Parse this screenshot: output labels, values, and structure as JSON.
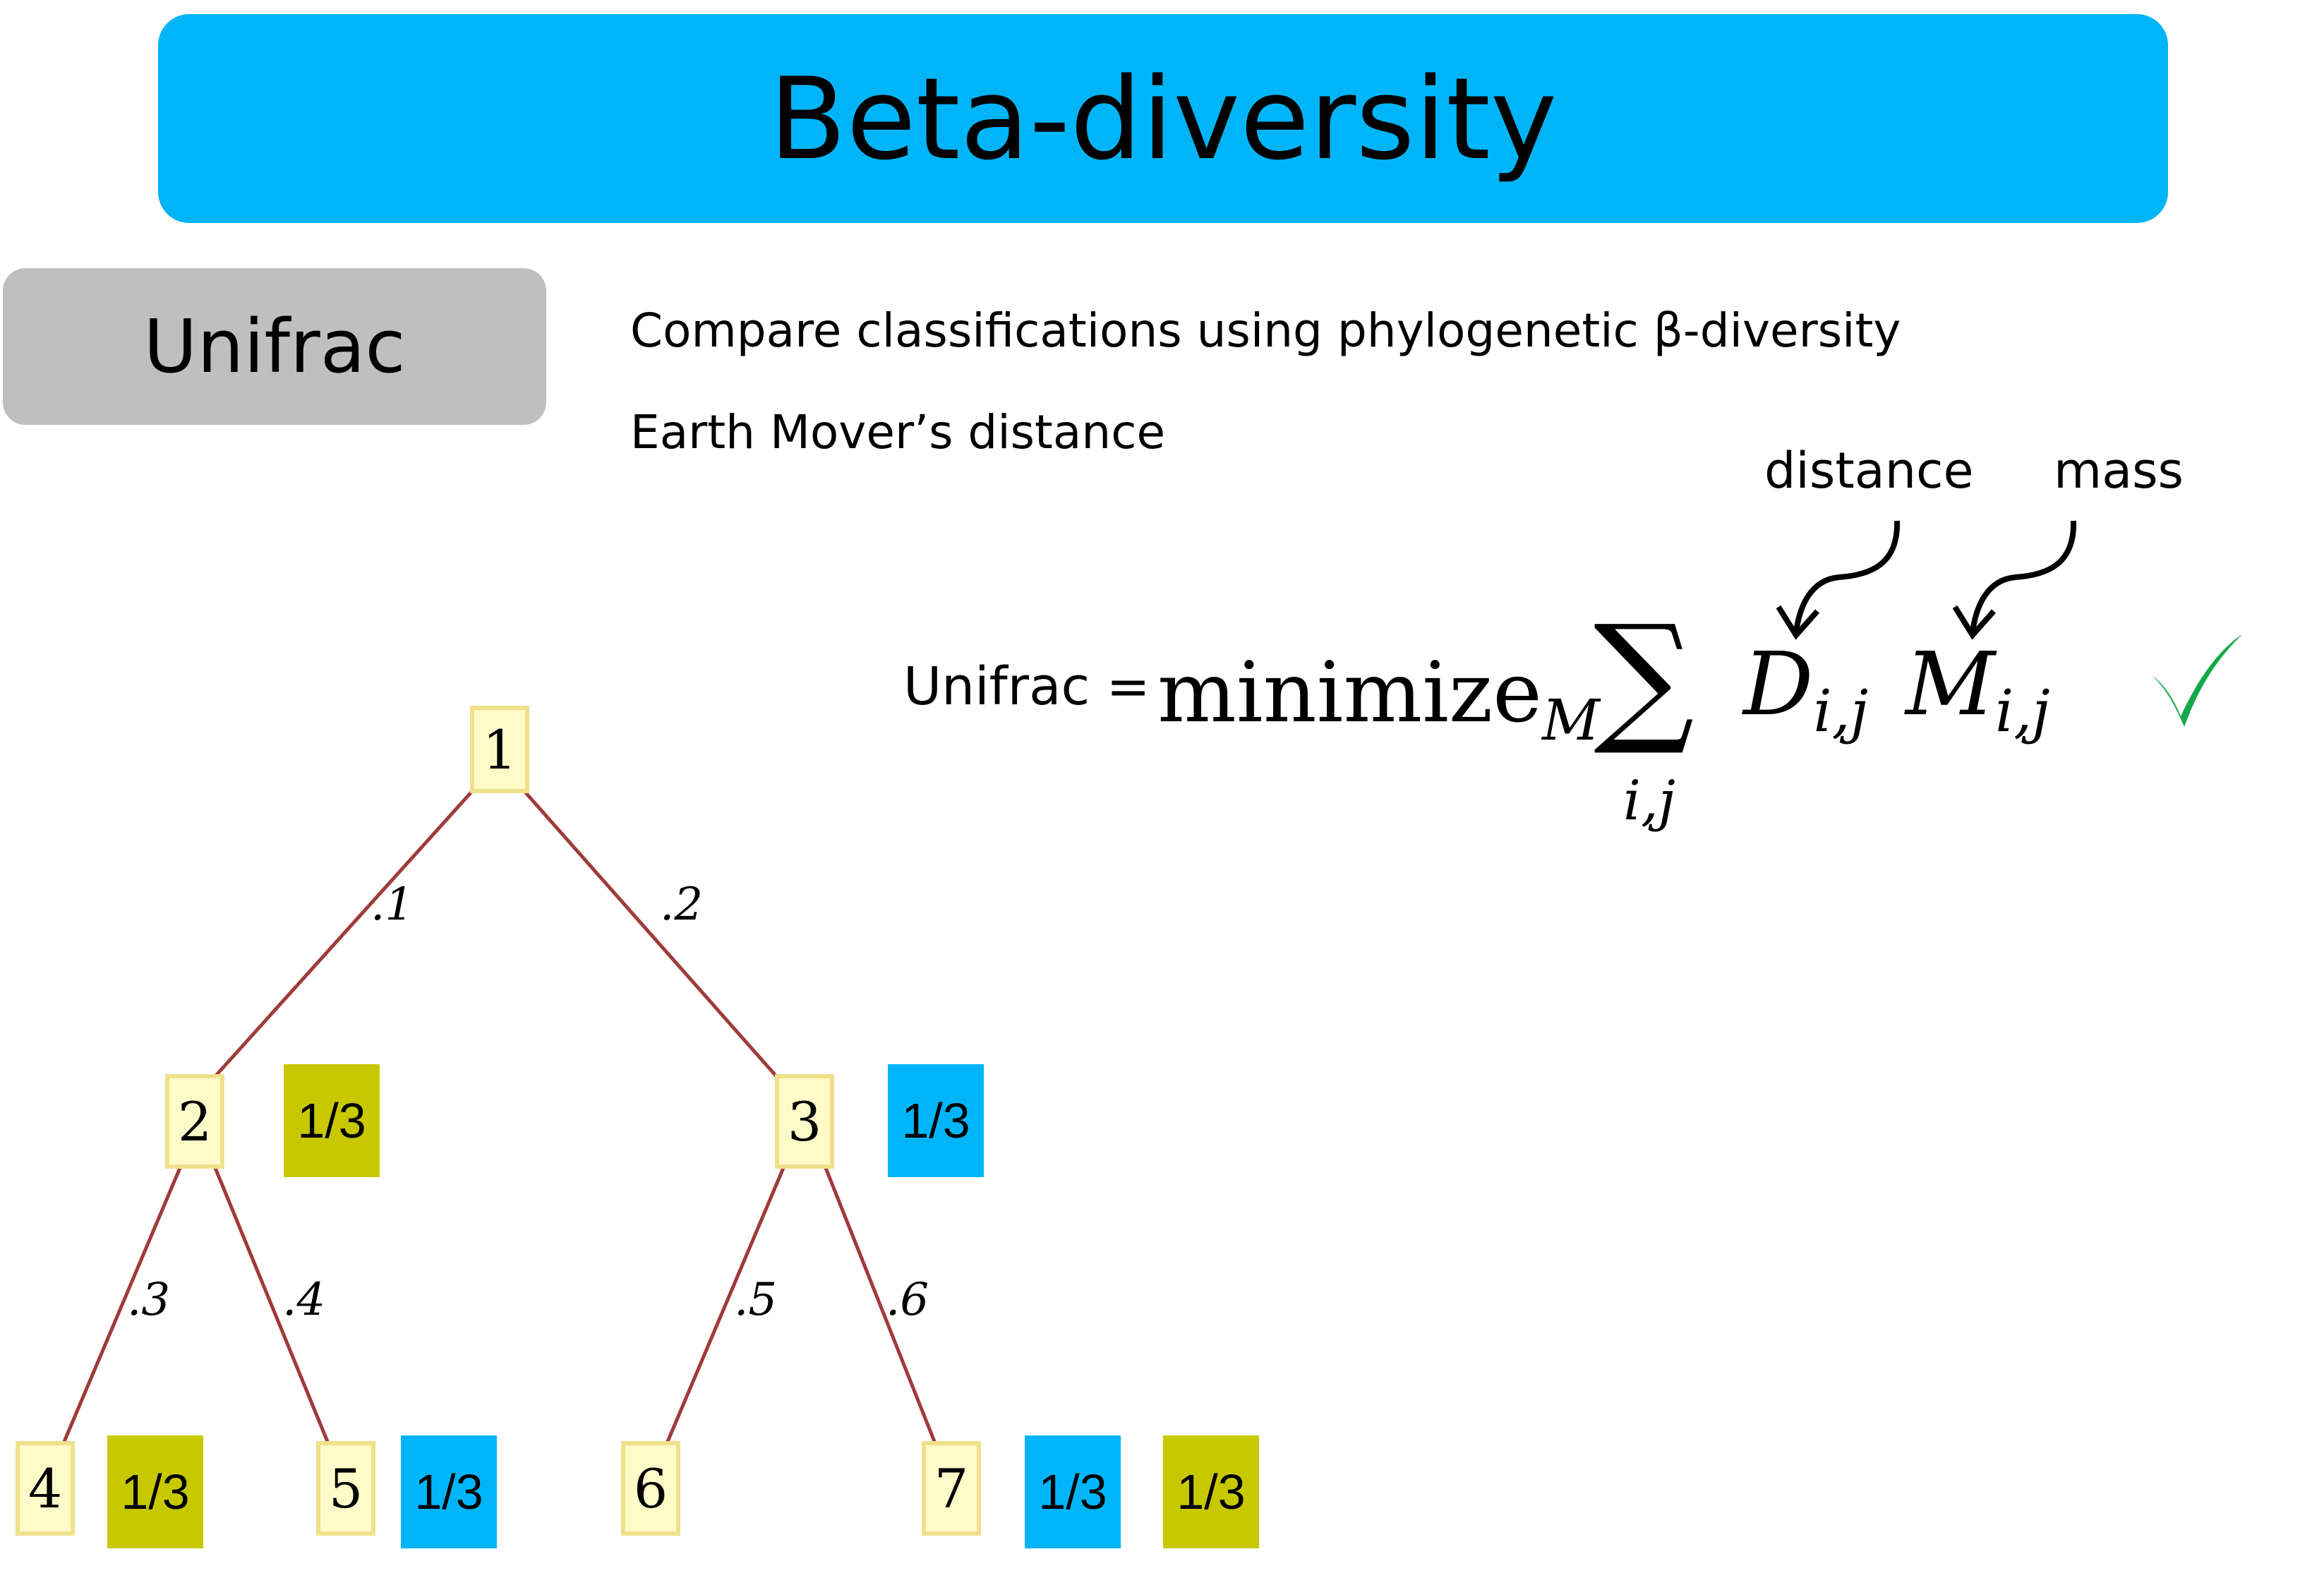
{
  "header": {
    "title": "Beta-diversity"
  },
  "section": {
    "label": "Unifrac"
  },
  "bullets": [
    "Compare classifications using phylogenetic β-diversity",
    "Earth Mover’s distance"
  ],
  "formula": {
    "lhs": "Unifrac =",
    "operator": "minimize",
    "operator_sub": "M",
    "sum_symbol": "∑",
    "sum_index": "i,j",
    "term1": "D",
    "term1_sub": "i,j",
    "term2": "M",
    "term2_sub": "i,j",
    "annotation_distance": "distance",
    "annotation_mass": "mass",
    "check_color": "#14a84a"
  },
  "tree": {
    "edge_color": "#a03a3a",
    "node_fill": "#fffbc8",
    "nodes": [
      "1",
      "2",
      "3",
      "4",
      "5",
      "6",
      "7"
    ],
    "edge_labels": [
      ".1",
      ".2",
      ".3",
      ".4",
      ".5",
      ".6"
    ],
    "masses": [
      {
        "node": "2",
        "value": "1/3",
        "color": "olive"
      },
      {
        "node": "3",
        "value": "1/3",
        "color": "blue"
      },
      {
        "node": "4",
        "value": "1/3",
        "color": "olive"
      },
      {
        "node": "5",
        "value": "1/3",
        "color": "blue"
      },
      {
        "node": "7",
        "value": "1/3",
        "color": "blue"
      },
      {
        "node": "7",
        "value": "1/3",
        "color": "olive"
      }
    ],
    "colors": {
      "olive": "#c8c800",
      "blue": "#00b5f7"
    }
  }
}
